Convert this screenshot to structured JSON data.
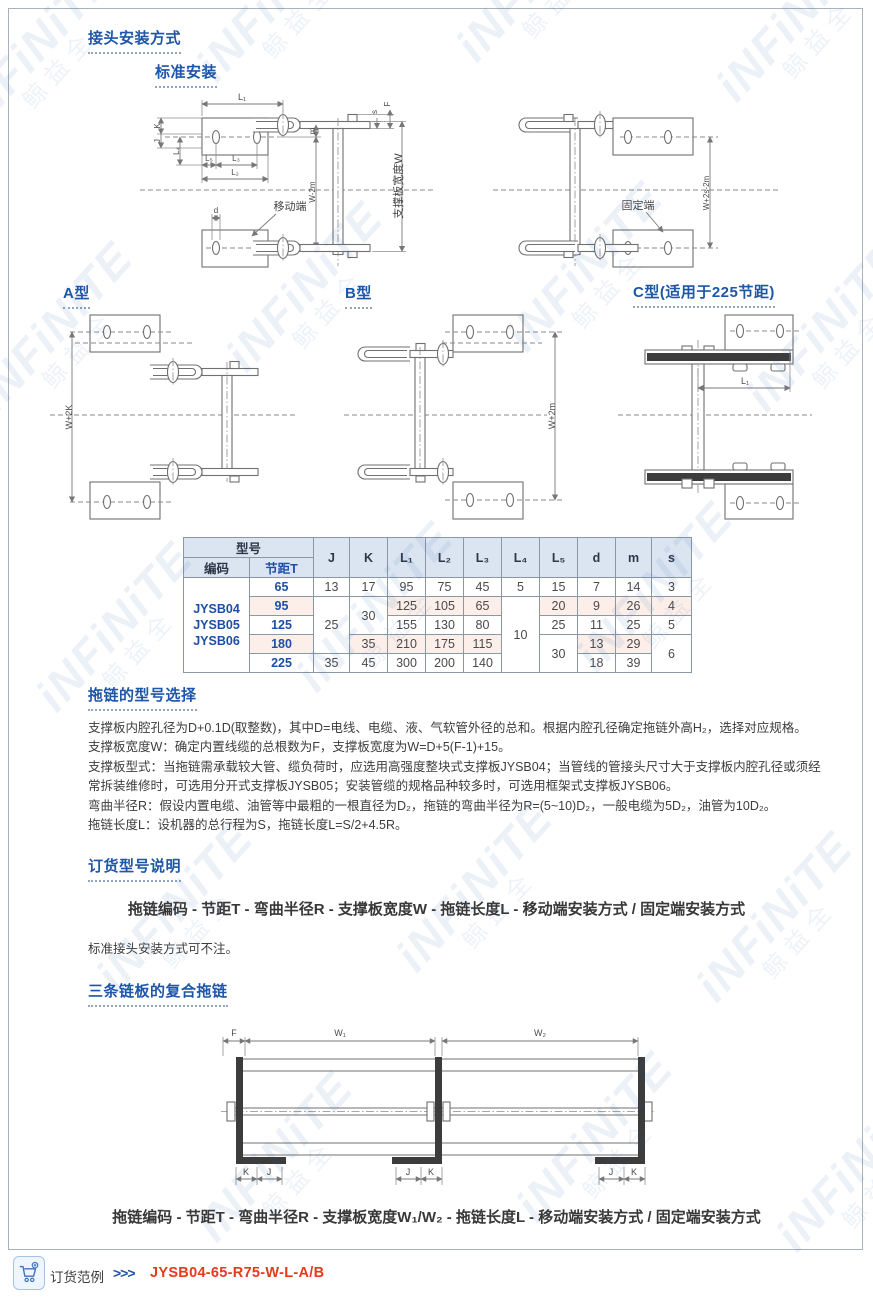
{
  "headings": {
    "joint_install": "接头安装方式",
    "standard_install": "标准安装",
    "type_a": "A型",
    "type_b": "B型",
    "type_c": "C型(适用于225节距)",
    "model_selection": "拖链的型号选择",
    "order_code": "订货型号说明",
    "composite": "三条链板的复合拖链"
  },
  "diagram_labels": {
    "l1": "L₁",
    "l2": "L₂",
    "l3": "L₃",
    "l4": "L₄",
    "l5": "L₅",
    "j": "J",
    "k": "K",
    "d": "d",
    "m": "m",
    "s": "s",
    "f": "F",
    "w_minus_2m": "W-2m",
    "support_width": "支撑板宽度W",
    "moving_end": "移动端",
    "fixed_end": "固定端",
    "w_plus_2s_2m": "W+2s-2m",
    "w_plus_2k": "W+2K",
    "w_plus_2m": "W+2m",
    "w1": "W₁",
    "w2": "W₂"
  },
  "table": {
    "header": {
      "model": "型号",
      "code": "编码",
      "pitch": "节距T",
      "cols": [
        "J",
        "K",
        "L₁",
        "L₂",
        "L₃",
        "L₄",
        "L₅",
        "d",
        "m",
        "s"
      ]
    },
    "codes": [
      "JYSB04",
      "JYSB05",
      "JYSB06"
    ],
    "rows": [
      {
        "pitch": "65",
        "J": "13",
        "K": "17",
        "L1": "95",
        "L2": "75",
        "L3": "45",
        "L4": "5",
        "L5": "15",
        "d": "7",
        "m": "14",
        "s": "3"
      },
      {
        "pitch": "95",
        "J": "25",
        "K": "30",
        "L1": "125",
        "L2": "105",
        "L3": "65",
        "L4": "10",
        "L5": "20",
        "d": "9",
        "m": "26",
        "s": "4"
      },
      {
        "pitch": "125",
        "L1": "155",
        "L2": "130",
        "L3": "80",
        "L5": "25",
        "d": "11",
        "m": "25",
        "s": "5"
      },
      {
        "pitch": "180",
        "K": "35",
        "L1": "210",
        "L2": "175",
        "L3": "115",
        "L5": "30",
        "d": "13",
        "m": "29",
        "s": "6"
      },
      {
        "pitch": "225",
        "J": "35",
        "K": "45",
        "L1": "300",
        "L2": "200",
        "L3": "140",
        "d": "18",
        "m": "39"
      }
    ]
  },
  "selection": {
    "lines": [
      "支撑板内腔孔径为D+0.1D(取整数)，其中D=电线、电缆、液、气软管外径的总和。根据内腔孔径确定拖链外高H₂，选择对应规格。",
      "支撑板宽度W：确定内置线缆的总根数为F，支撑板宽度为W=D+5(F-1)+15。",
      "支撑板型式：当拖链需承载较大管、缆负荷时，应选用高强度整块式支撑板JYSB04；当管线的管接头尺寸大于支撑板内腔孔径或须经常拆装维修时，可选用分开式支撑板JYSB05；安装管缆的规格品种较多时，可选用框架式支撑板JYSB06。",
      "弯曲半径R：假设内置电缆、油管等中最粗的一根直径为D₂，拖链的弯曲半径为R=(5~10)D₂，一般电缆为5D₂，油管为10D₂。",
      "拖链长度L：设机器的总行程为S，拖链长度L=S/2+4.5R。"
    ]
  },
  "order": {
    "formula_w": "拖链编码 - 节距T - 弯曲半径R - 支撑板宽度W - 拖链长度L - 移动端安装方式 / 固定端安装方式",
    "note": "标准接头安装方式可不注。",
    "formula_w12": "拖链编码 - 节距T - 弯曲半径R - 支撑板宽度W₁/W₂ - 拖链长度L - 移动端安装方式 / 固定端安装方式"
  },
  "footer": {
    "label": "订货范例",
    "arrows": ">>>",
    "example": "JYSB04-65-R75-W-L-A/B"
  },
  "watermark": {
    "text": "iNFiNiTE",
    "cjk": "鲸益全"
  },
  "colors": {
    "heading_blue": "#1e56a8",
    "table_header_bg": "#dbe5f1",
    "table_stripe_pink": "#fcefe9",
    "order_red": "#e7391b",
    "diagram_gray": "#707070"
  }
}
